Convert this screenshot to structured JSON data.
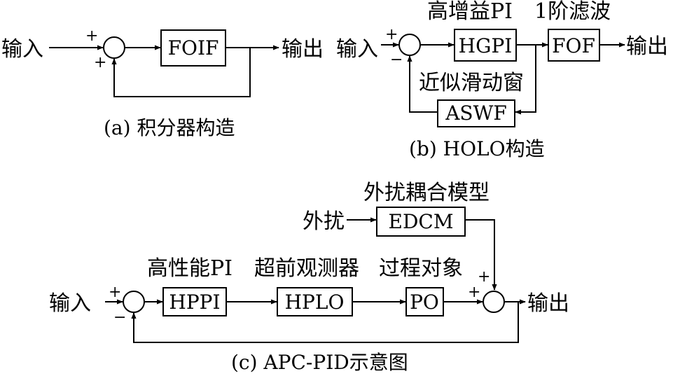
{
  "panel_a": {
    "input": "输入",
    "output": "输出",
    "block": "FOIF",
    "sign_top": "+",
    "sign_bottom": "+",
    "caption": "(a) 积分器构造"
  },
  "panel_b": {
    "input": "输入",
    "output": "输出",
    "block_1": "HGPI",
    "block_1_label": "高增益PI",
    "block_2": "FOF",
    "block_2_label": "1阶滤波",
    "feedback_block": "ASWF",
    "feedback_label": "近似滑动窗",
    "sign_top": "+",
    "sign_bottom": "−",
    "caption": "(b) HOLO构造"
  },
  "panel_c": {
    "input": "输入",
    "output": "输出",
    "disturbance": "外扰",
    "disturbance_block": "EDCM",
    "disturbance_block_label": "外扰耦合模型",
    "block_1": "HPPI",
    "block_1_label": "高性能PI",
    "block_2": "HPLO",
    "block_2_label": "超前观测器",
    "block_3": "PO",
    "block_3_label": "过程对象",
    "sum1_sign_top": "+",
    "sum1_sign_bottom": "−",
    "sum2_sign_top": "+",
    "sum2_sign_left": "+",
    "caption": "(c) APC-PID示意图"
  }
}
